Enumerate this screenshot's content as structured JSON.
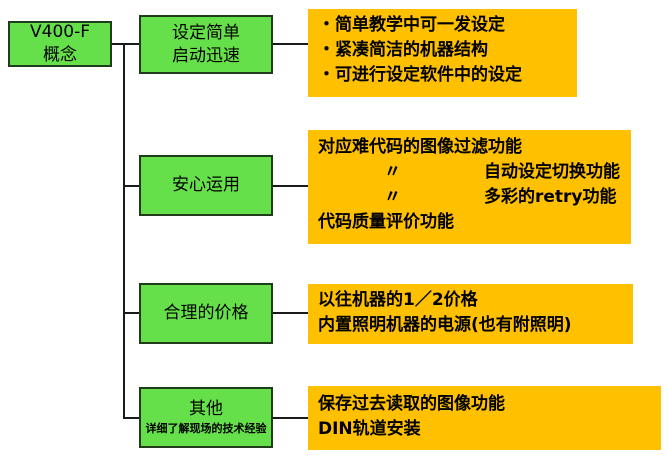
{
  "root": {
    "line1": "V400-F",
    "line2": "概念"
  },
  "categories": [
    {
      "label": "设定简单",
      "label2": "启动迅速",
      "details": [
        "・简单教学中可一发设定",
        "・紧凑简洁的机器结构",
        "・可进行设定软件中的设定"
      ]
    },
    {
      "label": "安心运用",
      "details": {
        "line1": "对应难代码的图像过滤功能",
        "ditto": "〃",
        "line2_right": "自动设定切换功能",
        "line3_right": "多彩的retry功能",
        "line4": "代码质量评价功能"
      }
    },
    {
      "label": "合理的价格",
      "details": [
        "以往机器的1／2价格",
        "内置照明机器的电源(也有附照明)"
      ]
    },
    {
      "label": "其他",
      "sublabel": "详细了解现场的技术经验",
      "details": [
        "保存过去读取的图像功能",
        "DIN轨道安装"
      ]
    }
  ],
  "colors": {
    "category_fill": "#66e04a",
    "detail_fill": "#ffc000",
    "connector": "#1a1a1a"
  }
}
